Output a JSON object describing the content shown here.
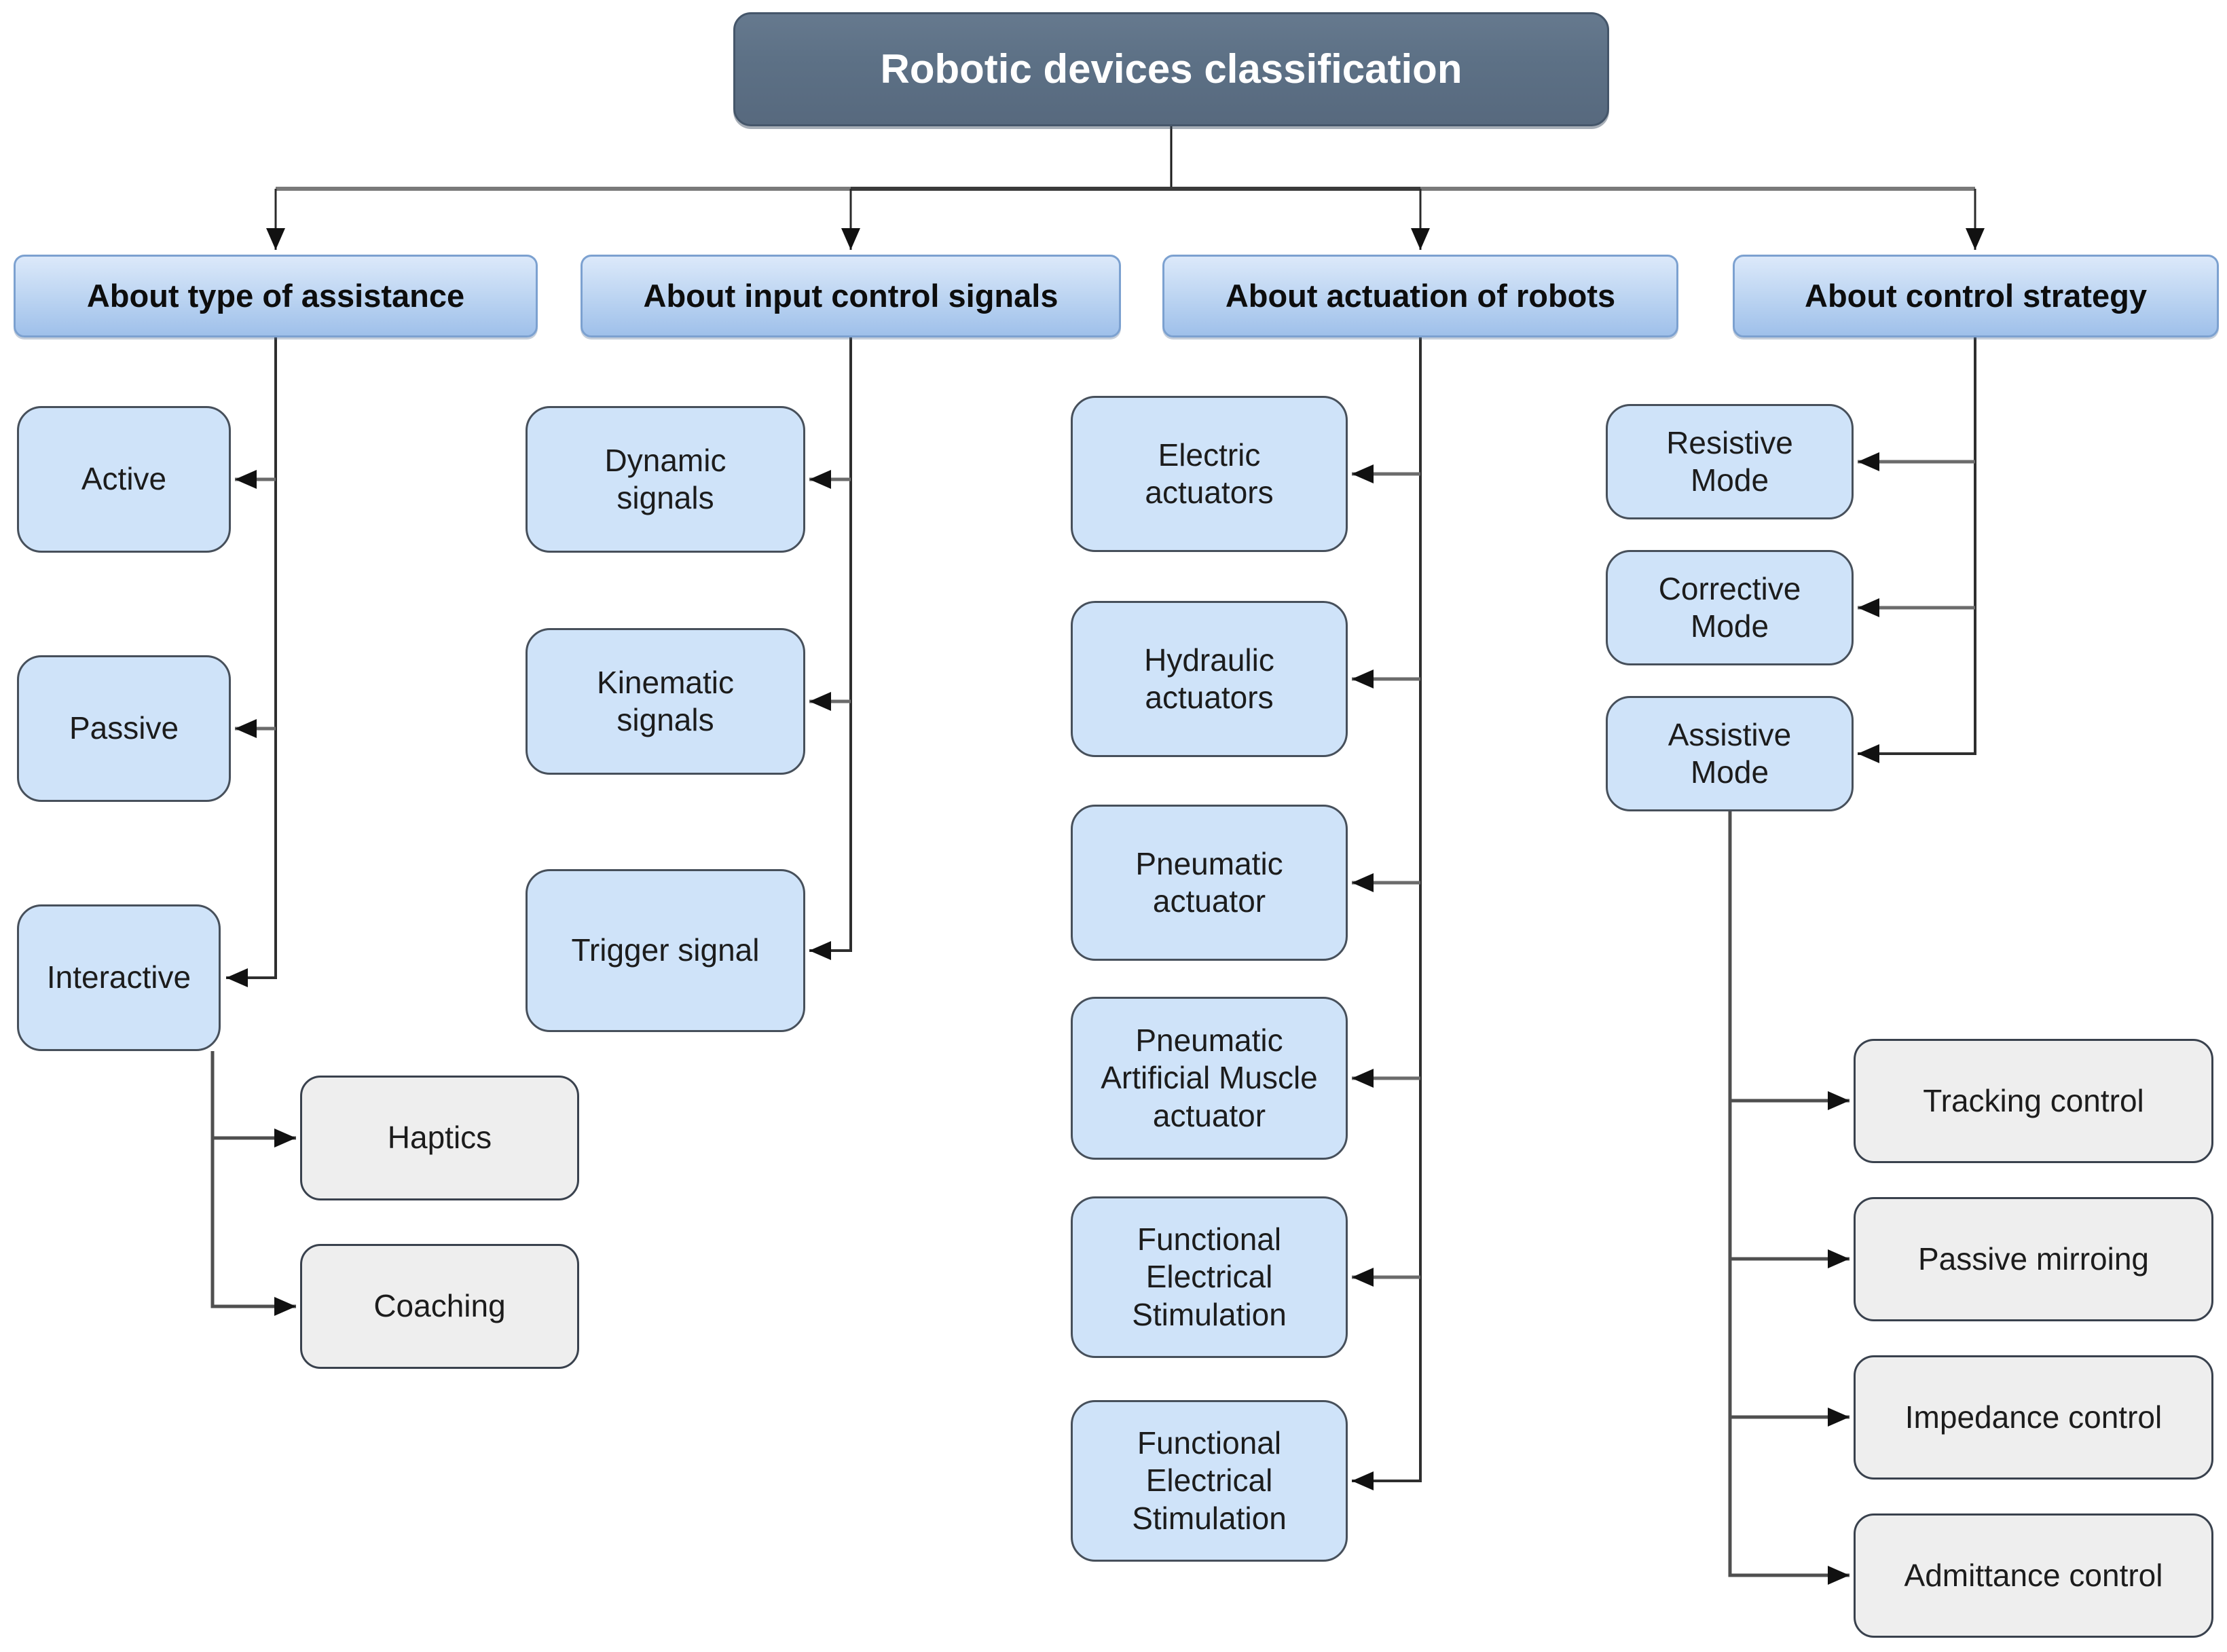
{
  "title": {
    "label": "Robotic devices classification"
  },
  "branches": [
    {
      "label": "About type of assistance",
      "children": [
        {
          "label": "Active"
        },
        {
          "label": "Passive"
        },
        {
          "label": "Interactive",
          "children": [
            {
              "label": "Haptics"
            },
            {
              "label": "Coaching"
            }
          ]
        }
      ]
    },
    {
      "label": "About input control signals",
      "children": [
        {
          "label": "Dynamic\nsignals"
        },
        {
          "label": "Kinematic\nsignals"
        },
        {
          "label": "Trigger signal"
        }
      ]
    },
    {
      "label": "About actuation of robots",
      "children": [
        {
          "label": "Electric\nactuators"
        },
        {
          "label": "Hydraulic\nactuators"
        },
        {
          "label": "Pneumatic\nactuator"
        },
        {
          "label": "Pneumatic\nArtificial Muscle\nactuator"
        },
        {
          "label": "Functional\nElectrical\nStimulation"
        },
        {
          "label": "Functional\nElectrical\nStimulation"
        }
      ]
    },
    {
      "label": "About control strategy",
      "children": [
        {
          "label": "Resistive\nMode"
        },
        {
          "label": "Corrective\nMode"
        },
        {
          "label": "Assistive\nMode",
          "children": [
            {
              "label": "Tracking control"
            },
            {
              "label": "Passive mirroing"
            },
            {
              "label": "Impedance control"
            },
            {
              "label": "Admittance control"
            }
          ]
        }
      ]
    }
  ],
  "colors": {
    "root_fill": "#5d7186",
    "header_fill_top": "#dce9fa",
    "header_fill_bottom": "#9fc0ea",
    "header_border": "#7ca1d0",
    "child_fill": "#cfe3f9",
    "child_border": "#47505b",
    "leaf_fill": "#eeeeee",
    "leaf_border": "#39414d"
  }
}
